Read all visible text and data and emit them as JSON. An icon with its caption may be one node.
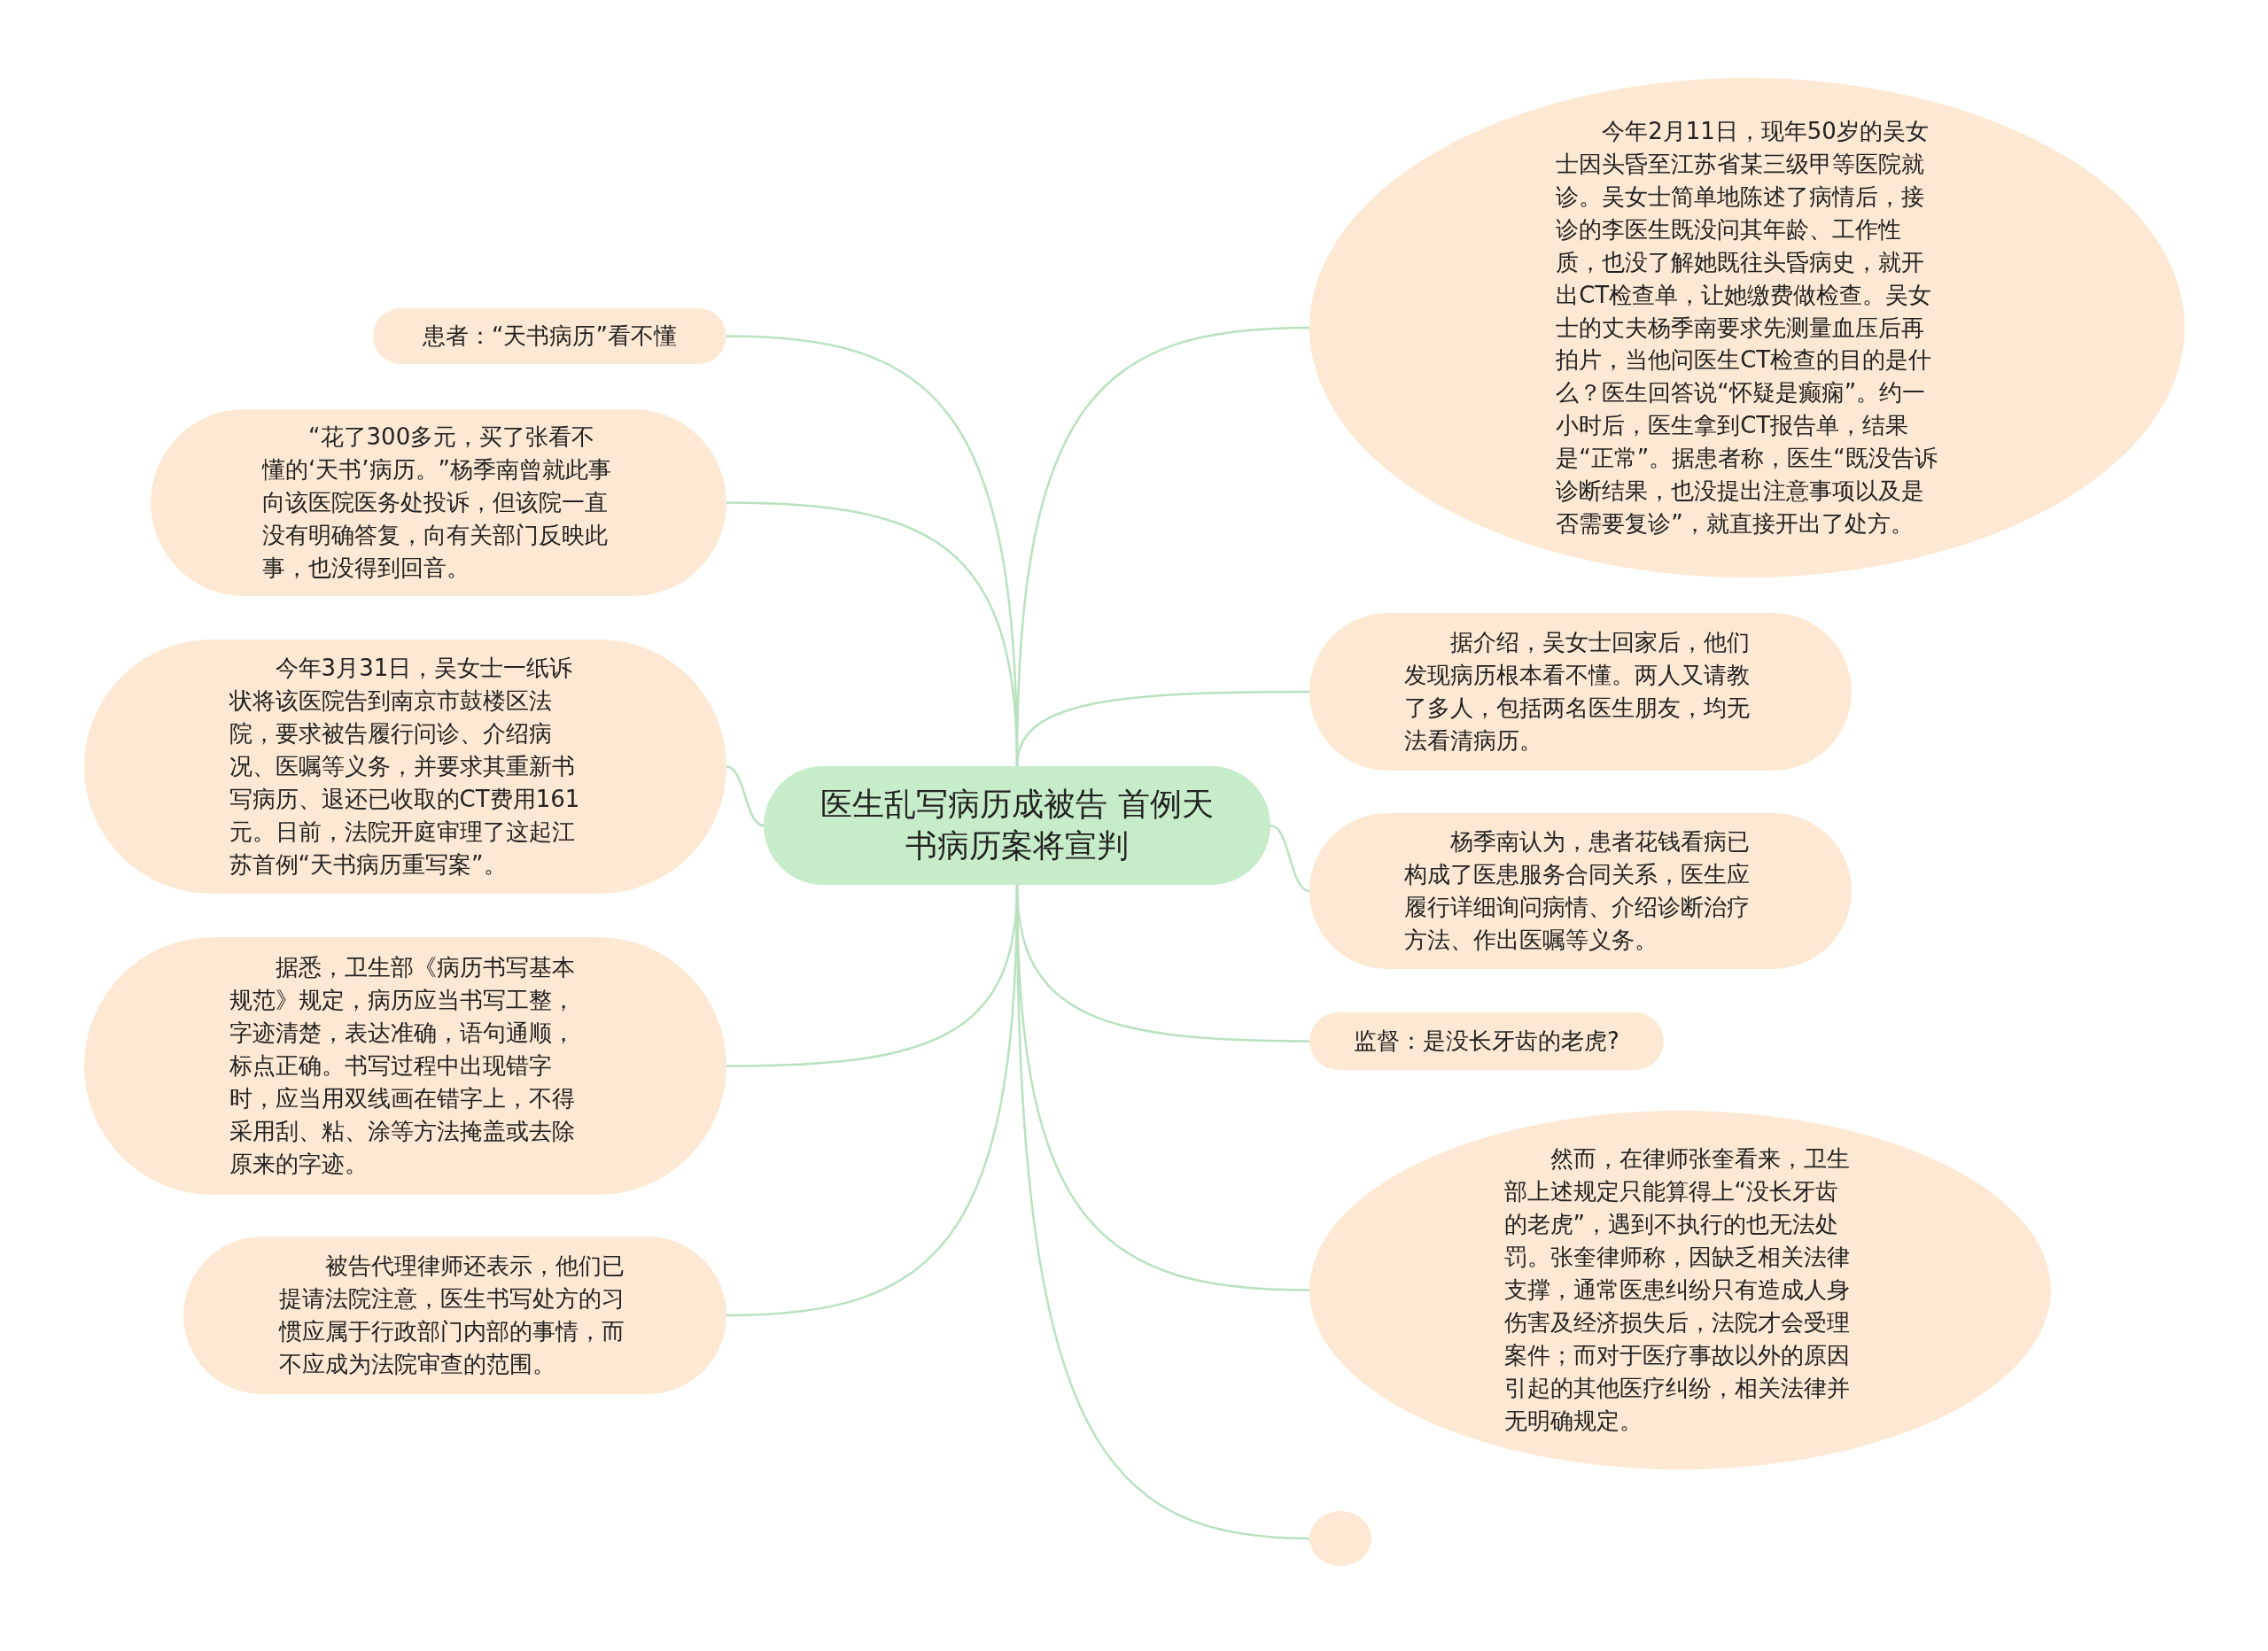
{
  "diagram": {
    "nodes": [
      {
        "text": [
          "医生乱写病历成被告 首例天书病历案将宣判"
        ]
      },
      {
        "text": [
          "患者：“天书病历”看不懂"
        ]
      },
      {
        "text": [
          "“花了300多元，买了张看不懂的‘天书’病历。”杨季南曾就此事向该医院医务处投诉，但该院一直没有明确答复，向有关部门反映此事，也没得到回音。"
        ]
      },
      {
        "text": [
          "今年3月31日，吴女士一纸诉状将该医院告到南京市鼓楼区法院，要求被告履行问诊、介绍病况、医嘱等义务，并要求其重新书写病历、退还已收取的CT费用161元。日前，法院开庭审理了这起江苏首例“天书病历重写案”。"
        ]
      },
      {
        "text": [
          "据悉，卫生部《病历书写基本规范》规定，病历应当书写工整，字迹清楚，表达准确，语句通顺，标点正确。书写过程中出现错字时，应当用双线画在错字上，不得采用刮、粘、涂等方法掩盖或去除原来的字迹。"
        ]
      },
      {
        "text": [
          "被告代理律师还表示，他们已提请法院注意，医生书写处方的习惯应属于行政部门内部的事情，而不应成为法院审查的范围。"
        ]
      },
      {
        "text": [
          "今年2月11日，现年50岁的吴女士因头昏至江苏省某三级甲等医院就诊。吴女士简单地陈述了病情后，接诊的李医生既没问其年龄、工作性质，也没了解她既往头昏病史，就开出CT检查单，让她缴费做检查。吴女士的丈夫杨季南要求先测量血压后再拍片，当他问医生CT检查的目的是什么？医生回答说“怀疑是癫痫”。约一小时后，医生拿到CT报告单，结果是“正常”。据患者称，医生“既没告诉诊断结果，也没提出注意事项以及是否需要复诊”，就直接开出了处方。"
        ]
      },
      {
        "text": [
          "据介绍，吴女士回家后，他们发现病历根本看不懂。两人又请教了多人，包括两名医生朋友，均无法看清病历。"
        ]
      },
      {
        "text": [
          "杨季南认为，患者花钱看病已构成了医患服务合同关系，医生应履行详细询问病情、介绍诊断治疗方法、作出医嘱等义务。"
        ]
      },
      {
        "text": [
          "监督：是没长牙齿的老虎?"
        ]
      },
      {
        "text": [
          "然而，在律师张奎看来，卫生部上述规定只能算得上“没长牙齿的老虎”，遇到不执行的也无法处罚。张奎律师称，因缺乏相关法律支撑，通常医患纠纷只有造成人身伤害及经济损失后，法院才会受理案件；而对于医疗事故以外的原因引起的其他医疗纠纷，相关法律并无明确规定。"
        ]
      },
      {
        "text": [],
        "shape": "circle"
      }
    ],
    "edges": [
      {
        "from": 0,
        "to": 1,
        "arrow": "none"
      },
      {
        "from": 0,
        "to": 2,
        "arrow": "none"
      },
      {
        "from": 0,
        "to": 3,
        "arrow": "none"
      },
      {
        "from": 0,
        "to": 4,
        "arrow": "none"
      },
      {
        "from": 0,
        "to": 5,
        "arrow": "none"
      },
      {
        "from": 0,
        "to": 6,
        "arrow": "none"
      },
      {
        "from": 0,
        "to": 7,
        "arrow": "none"
      },
      {
        "from": 0,
        "to": 8,
        "arrow": "none"
      },
      {
        "from": 0,
        "to": 9,
        "arrow": "none"
      },
      {
        "from": 0,
        "to": 10,
        "arrow": "none"
      },
      {
        "from": 0,
        "to": 11,
        "arrow": "none"
      }
    ]
  }
}
